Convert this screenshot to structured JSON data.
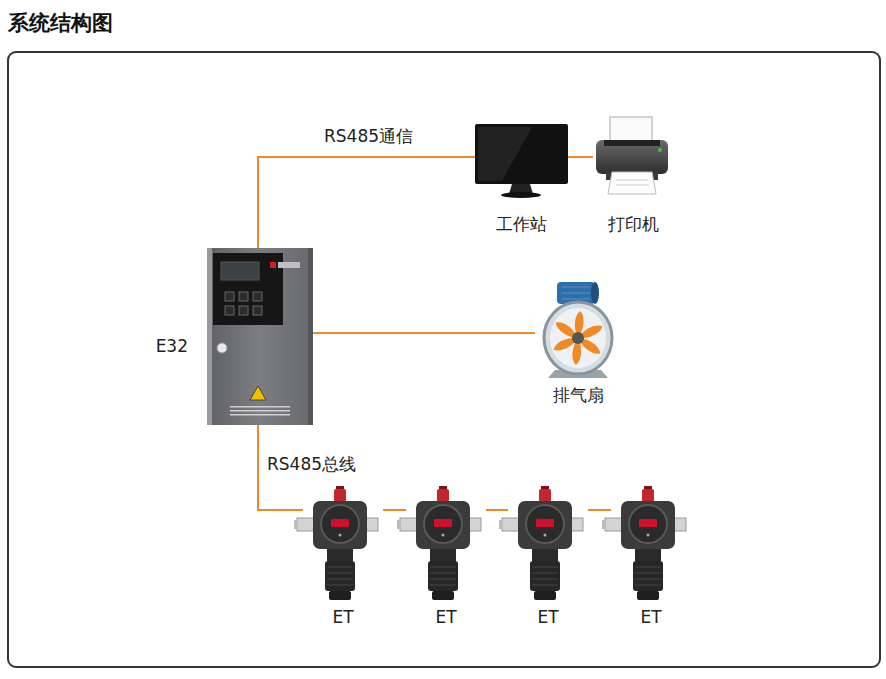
{
  "diagram": {
    "title": "系统结构图",
    "nodes": [
      {
        "text": [
          "E32"
        ]
      },
      {
        "text": [
          "工作站"
        ]
      },
      {
        "text": [
          "打印机"
        ]
      },
      {
        "text": [
          "排气扇"
        ]
      },
      {
        "text": [
          "ET"
        ]
      },
      {
        "text": [
          "ET"
        ]
      },
      {
        "text": [
          "ET"
        ]
      },
      {
        "text": [
          "ET"
        ]
      }
    ],
    "edges": [
      {
        "from": 0,
        "to": 1,
        "arrow": "none",
        "label": "RS485通信"
      },
      {
        "from": 1,
        "to": 2,
        "arrow": "none"
      },
      {
        "from": 0,
        "to": 3,
        "arrow": "none"
      },
      {
        "from": 0,
        "to": 4,
        "arrow": "none",
        "label": "RS485总线"
      },
      {
        "from": 4,
        "to": 5,
        "arrow": "none"
      },
      {
        "from": 5,
        "to": 6,
        "arrow": "none"
      },
      {
        "from": 6,
        "to": 7,
        "arrow": "none"
      }
    ]
  }
}
